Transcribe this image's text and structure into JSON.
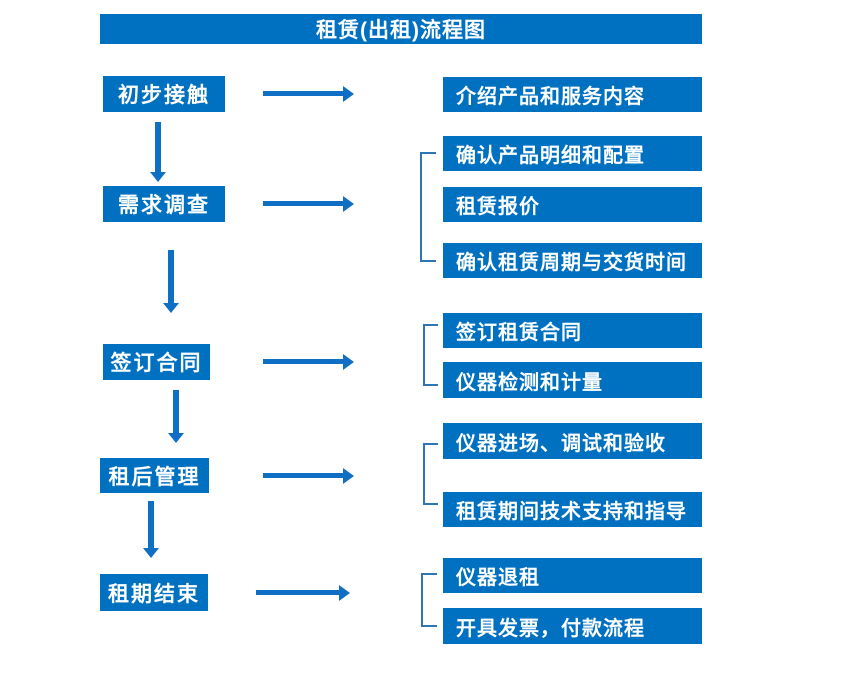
{
  "title": "租赁(出租)流程图",
  "colors": {
    "box_blue": "#0070c0",
    "arrow_blue": "#0f6fc5",
    "bracket_blue": "#2e75b6",
    "text_white": "#ffffff"
  },
  "steps": [
    {
      "label": "初步接触",
      "outputs": [
        "介绍产品和服务内容"
      ]
    },
    {
      "label": "需求调查",
      "outputs": [
        "确认产品明细和配置",
        "租赁报价",
        "确认租赁周期与交货时间"
      ]
    },
    {
      "label": "签订合同",
      "outputs": [
        "签订租赁合同",
        "仪器检测和计量"
      ]
    },
    {
      "label": "租后管理",
      "outputs": [
        "仪器进场、调试和验收",
        "租赁期间技术支持和指导"
      ]
    },
    {
      "label": "租期结束",
      "outputs": [
        "仪器退租",
        "开具发票，付款流程"
      ]
    }
  ]
}
